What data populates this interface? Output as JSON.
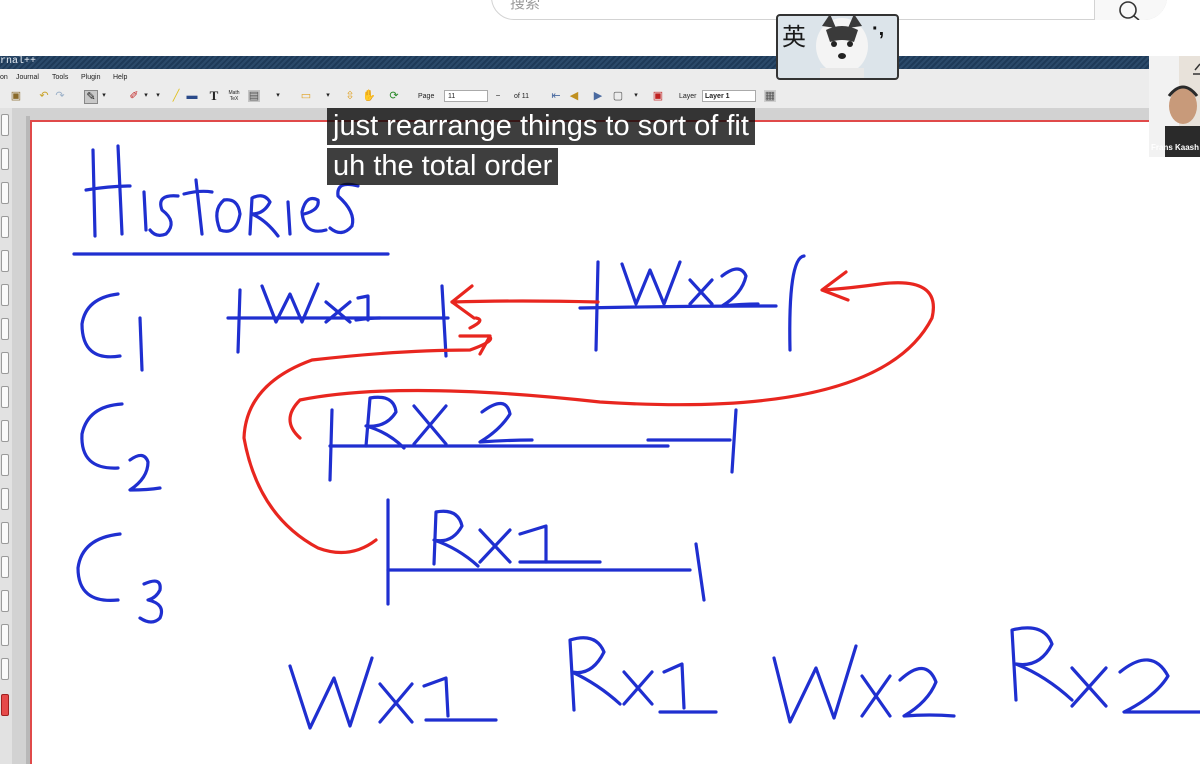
{
  "browser": {
    "search_placeholder": "搜索"
  },
  "window": {
    "title": "rnal++",
    "menu": [
      "on",
      "Journal",
      "Tools",
      "Plugin",
      "Help"
    ],
    "toolbar": {
      "page_label": "Page",
      "page_value": "11",
      "page_total": "of 11",
      "layer_label": "Layer",
      "layer_value": "Layer 1",
      "math_label": "Math TeX"
    }
  },
  "subtitles": {
    "line1": "just rearrange things to sort of fit",
    "line2": "uh the total order"
  },
  "webcams": {
    "sticker_text": "英",
    "sticker_punct": "·,",
    "presenter_name": "Frans Kaash"
  },
  "handwriting": {
    "title": "Histories",
    "rows": [
      {
        "client": "C1",
        "ops": [
          "Wx1",
          "Wx2"
        ]
      },
      {
        "client": "C2",
        "ops": [
          "Rx2"
        ]
      },
      {
        "client": "C3",
        "ops": [
          "Rx1"
        ]
      }
    ],
    "total_order": [
      "Wx1",
      "Rx1",
      "Wx2",
      "Rx2"
    ]
  },
  "colors": {
    "ink_blue": "#1f2fd0",
    "ink_red": "#e8261f",
    "page_border": "#e04a4a",
    "subtitle_bg": "#141414"
  }
}
